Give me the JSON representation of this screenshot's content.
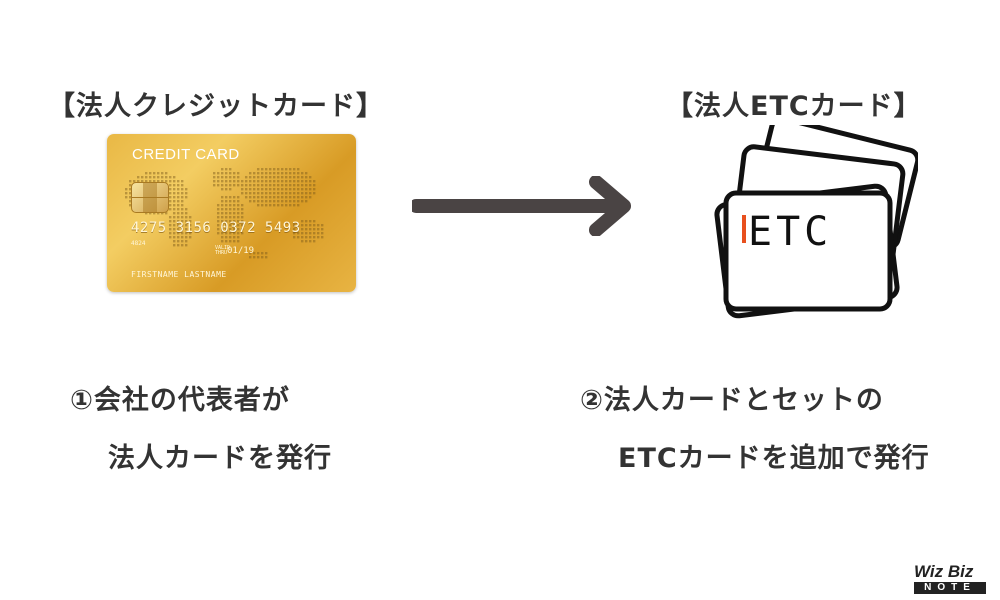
{
  "left_heading": "【法人クレジットカード】",
  "right_heading": "【法人ETCカード】",
  "credit_card": {
    "title": "CREDIT CARD",
    "number": "4275 3156 0372 5493",
    "sub_number": "4824",
    "valid_label": "VALID\nTHRU",
    "expiry": "01/19",
    "holder": "FIRSTNAME LASTNAME"
  },
  "etc_card": {
    "label": "ETC",
    "accent_color": "#e8501e"
  },
  "captions": {
    "step1_line1": "①会社の代表者が",
    "step1_line2": "法人カードを発行",
    "step2_line1": "②法人カードとセットの",
    "step2_line2": "ETCカードを追加で発行"
  },
  "logo": {
    "top": "Wiz Biz",
    "bottom": "NOTE"
  },
  "colors": {
    "text": "#333333",
    "arrow": "#4a4444",
    "card_gold": "#e6b23e"
  }
}
